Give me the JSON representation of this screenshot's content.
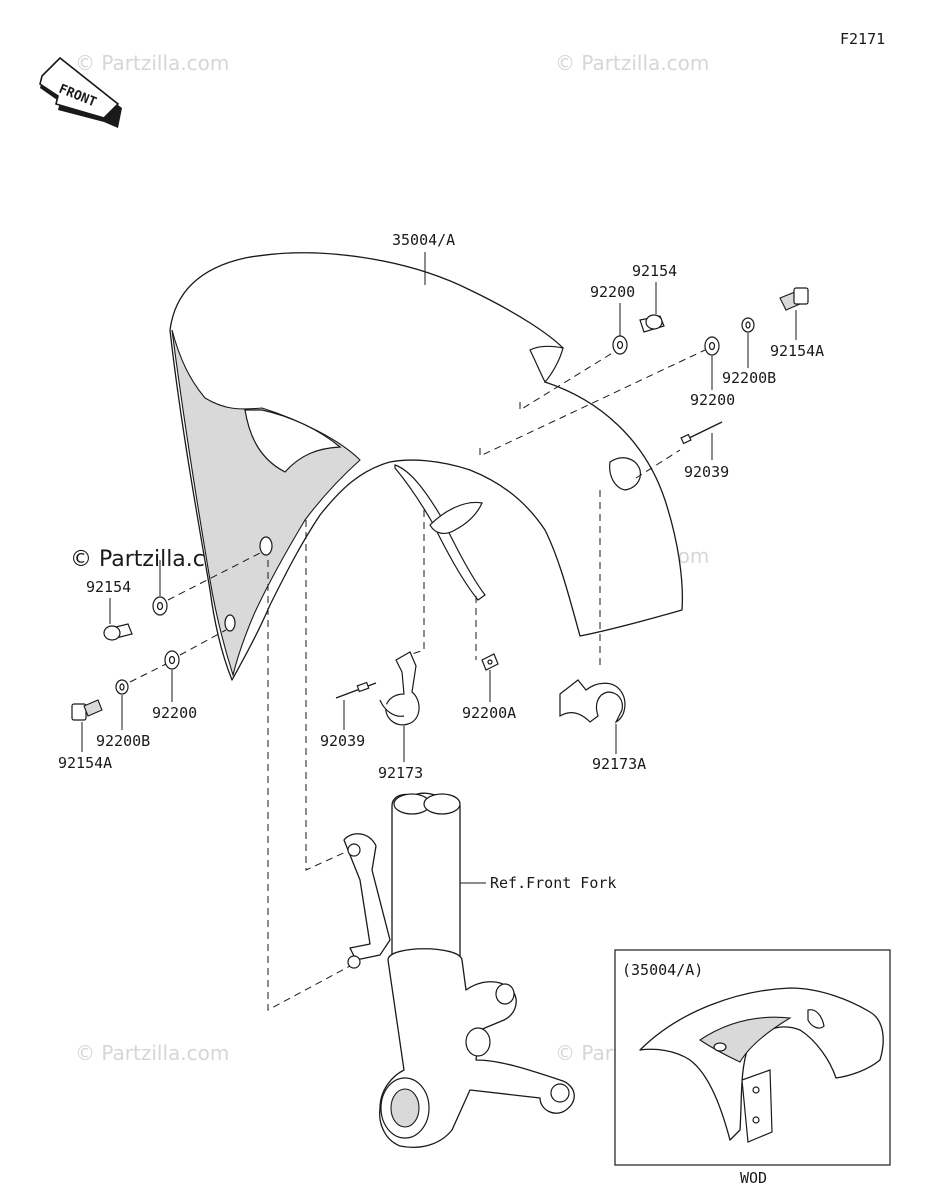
{
  "diagram": {
    "code": "F2171",
    "front_arrow": "FRONT",
    "watermark": "© Partzilla.com",
    "callouts": {
      "fender": "35004/A",
      "right_washer": "92200",
      "right_bolt": "92154",
      "right_washer_2": "92200",
      "right_washer_b": "92200B",
      "right_bolt_a": "92154A",
      "right_pin": "92039",
      "left_bolt": "92154",
      "left_washer": "92200",
      "left_washer_b": "92200B",
      "left_bolt_a": "92154A",
      "center_pin": "92039",
      "center_clamp": "92173",
      "center_washer_a": "92200A",
      "right_clamp": "92173A",
      "fork_ref": "Ref.Front Fork"
    },
    "inset": {
      "title": "(35004/A)",
      "caption": "WOD"
    }
  }
}
